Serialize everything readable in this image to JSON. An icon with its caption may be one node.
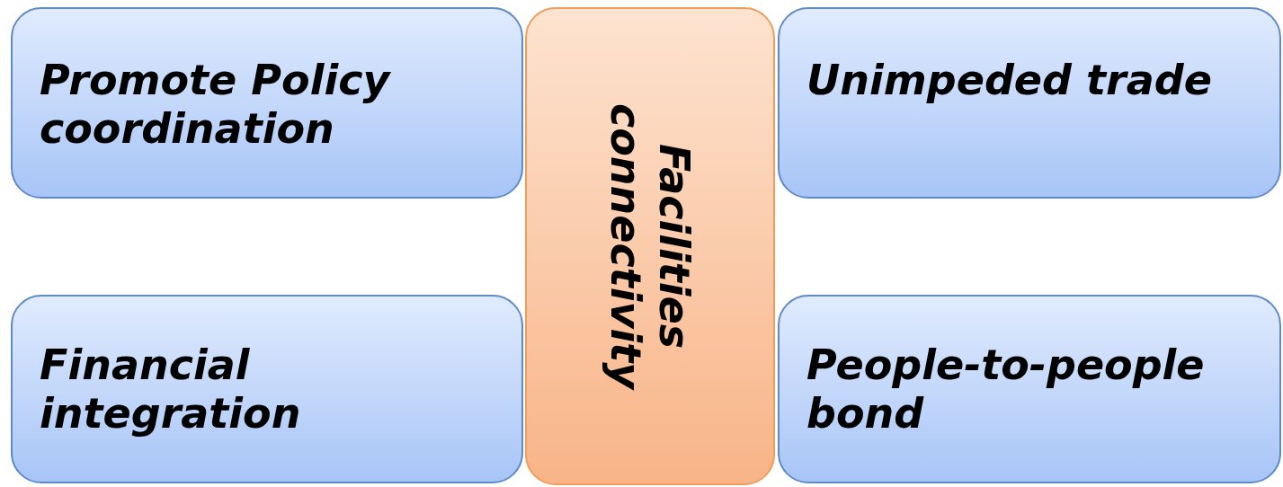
{
  "diagram": {
    "nodes": [
      {
        "text": [
          "Promote Policy coordination"
        ]
      },
      {
        "text": [
          "Facilities connectivity"
        ]
      },
      {
        "text": [
          "Unimpeded trade"
        ]
      },
      {
        "text": [
          "Financial integration"
        ]
      },
      {
        "text": [
          "People-to-people bond"
        ]
      }
    ]
  }
}
